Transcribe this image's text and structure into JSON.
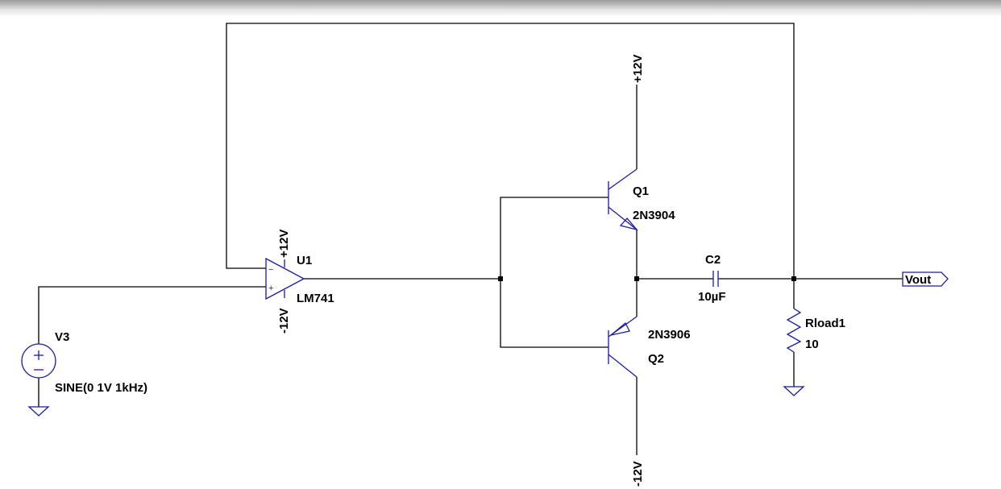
{
  "schematic": {
    "opamp": {
      "ref": "U1",
      "model": "LM741",
      "supply_pos": "+12V",
      "supply_neg": "-12V"
    },
    "source": {
      "ref": "V3",
      "value": "SINE(0 1V 1kHz)"
    },
    "q1": {
      "ref": "Q1",
      "model": "2N3904",
      "supply": "+12V"
    },
    "q2": {
      "ref": "Q2",
      "model": "2N3906",
      "supply": "-12V"
    },
    "capacitor": {
      "ref": "C2",
      "value": "10µF"
    },
    "resistor": {
      "ref": "Rload1",
      "value": "10"
    },
    "output": {
      "label": "Vout"
    }
  }
}
